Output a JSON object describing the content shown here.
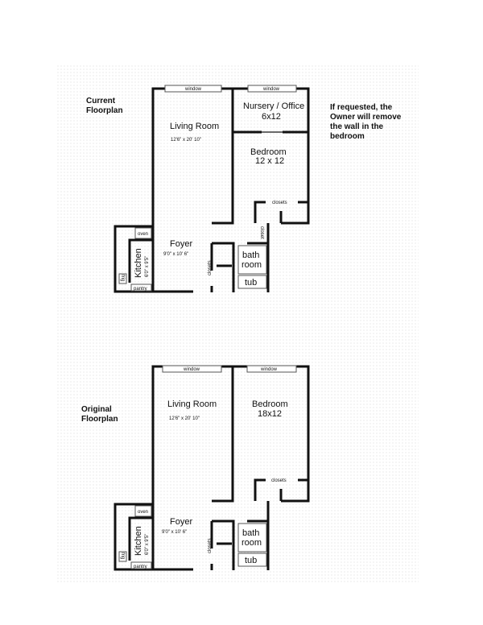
{
  "current": {
    "title_line1": "Current",
    "title_line2": "Floorplan",
    "window1": "window",
    "window2": "window",
    "nursery": "Nursery / Office",
    "nursery_size": "6x12",
    "living_room": "Living Room",
    "living_size": "12'6\" x 20' 10\"",
    "bedroom": "Bedroom",
    "bedroom_size": "12 x 12",
    "closets": "closets",
    "closet": "closet",
    "oven": "oven",
    "foyer": "Foyer",
    "foyer_size": "9'0\" x 10' 6\"",
    "kitchen": "Kitchen",
    "kitchen_size": "6'0\" x 9'5\"",
    "frig": "frig",
    "pantry": "pantry",
    "closets_side": "closets",
    "bath_line1": "bath",
    "bath_line2": "room",
    "tub": "tub",
    "note_lines": [
      "If requested, the",
      "Owner will remove",
      "the wall in the",
      "bedroom"
    ]
  },
  "original": {
    "title_line1": "Original",
    "title_line2": "Floorplan",
    "window1": "window",
    "window2": "window",
    "living_room": "Living Room",
    "living_size": "12'6\" x 20' 10\"",
    "bedroom": "Bedroom",
    "bedroom_size": "18x12",
    "closets": "closets",
    "oven": "oven",
    "foyer": "Foyer",
    "foyer_size": "9'0\" x 10' 6\"",
    "kitchen": "Kitchen",
    "kitchen_size": "6'0\" x 9'5\"",
    "frig": "frig",
    "pantry": "pantry",
    "closets_side": "closets",
    "bath_line1": "bath",
    "bath_line2": "room",
    "tub": "tub"
  }
}
